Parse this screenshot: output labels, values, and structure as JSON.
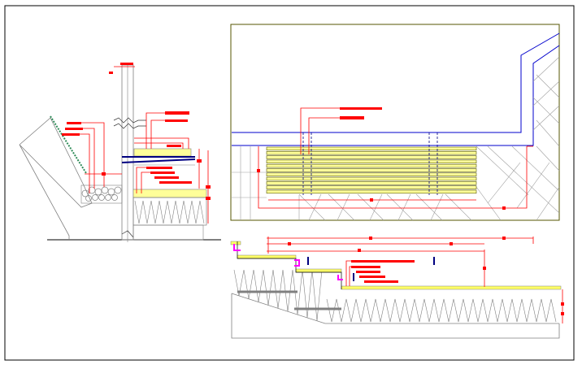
{
  "drawing": {
    "kind": "cad-detail-sheet",
    "views": [
      {
        "id": "section-left",
        "label": ""
      },
      {
        "id": "plan-right-top",
        "label": ""
      },
      {
        "id": "section-right-bottom",
        "label": ""
      }
    ]
  },
  "colors": {
    "background": "#ffffff",
    "frame": "#000000",
    "linework": "#808080",
    "dimension": "#ff0000",
    "note_block": "#ff0000",
    "plan_outline": "#555500",
    "blue_line": "#0000cc",
    "hatch": "#a0a0a0",
    "gravel_yellow": "#ffff66",
    "grass_green": "#2e8b57",
    "magenta": "#ff00ff",
    "navy": "#000080"
  }
}
